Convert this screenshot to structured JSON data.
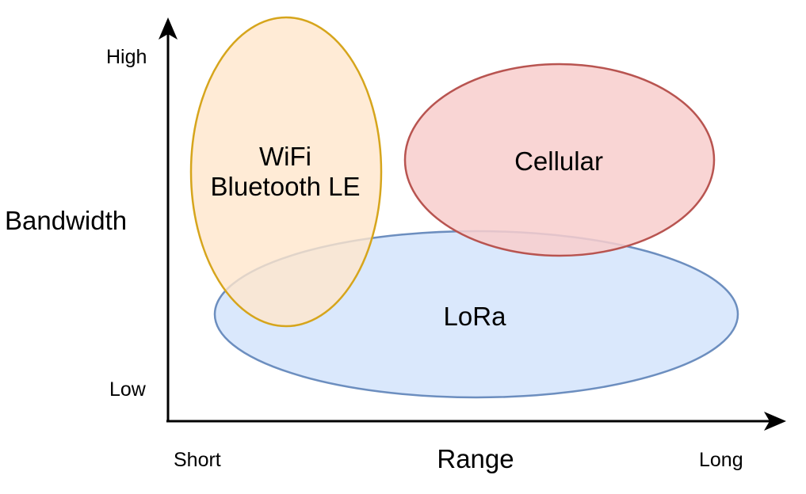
{
  "axes": {
    "y_title": "Bandwidth",
    "y_high": "High",
    "y_low": "Low",
    "x_title": "Range",
    "x_short": "Short",
    "x_long": "Long"
  },
  "regions": {
    "lora": {
      "label": "LoRa",
      "fill": "#dae8fc",
      "stroke": "#6c8ebf"
    },
    "cellular": {
      "label": "Cellular",
      "fill": "#f8cecc",
      "stroke": "#b85450"
    },
    "wifi": {
      "label_line1": "WiFi",
      "label_line2": "Bluetooth LE",
      "fill": "#ffe6cc",
      "stroke": "#d6a51c"
    }
  }
}
